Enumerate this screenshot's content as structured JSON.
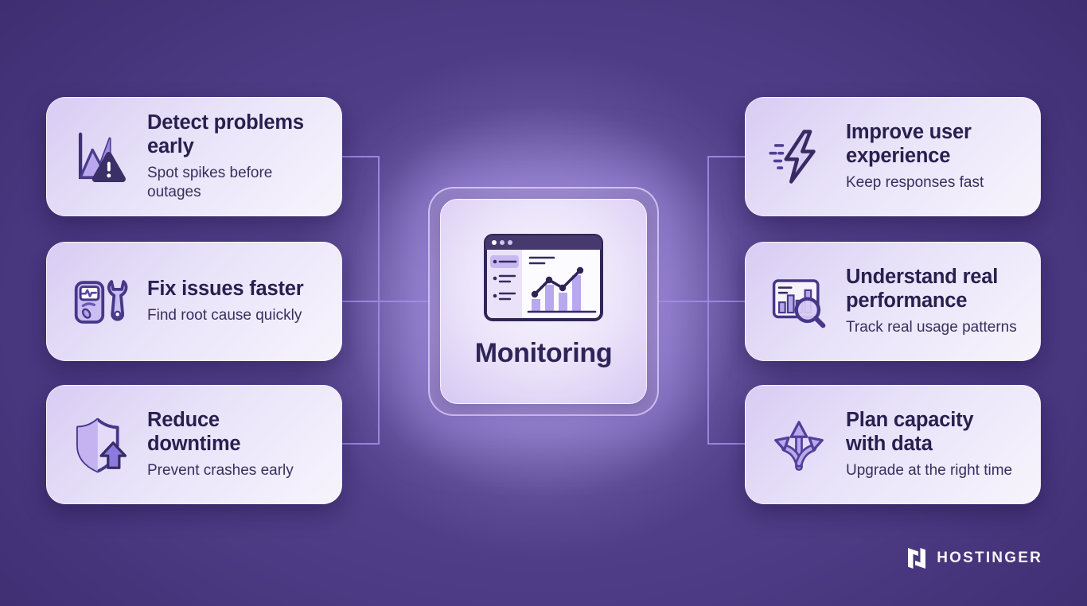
{
  "center_card": {
    "label": "Monitoring",
    "icon": "monitoring-dashboard-icon"
  },
  "cards": [
    {
      "title": "Detect problems\nearly",
      "subtitle": "Spot spikes before outages",
      "icon": "chart-alert-icon",
      "side": "left"
    },
    {
      "title": "Fix issues faster",
      "subtitle": "Find root cause quickly",
      "icon": "diagnostic-wrench-icon",
      "side": "left"
    },
    {
      "title": "Reduce\ndowntime",
      "subtitle": "Prevent crashes early",
      "icon": "shield-up-arrow-icon",
      "side": "left"
    },
    {
      "title": "Improve user\nexperience",
      "subtitle": "Keep responses fast",
      "icon": "lightning-bolt-icon",
      "side": "right"
    },
    {
      "title": "Understand real\nperformance",
      "subtitle": "Track real usage patterns",
      "icon": "chart-magnifier-icon",
      "side": "right"
    },
    {
      "title": "Plan capacity\nwith data",
      "subtitle": "Upgrade at the right time",
      "icon": "branching-arrows-icon",
      "side": "right"
    }
  ],
  "footer": {
    "brand_name": "HOSTINGER",
    "logo_icon": "hostinger-h-logo-icon"
  },
  "colors": {
    "background_dark": "#2b1c51",
    "background_mid": "#4c3a84",
    "card_background": "#ece6fa",
    "title_text": "#29204f",
    "subtitle_text": "#37305f",
    "accent_purple": "#6a5acd",
    "icon_outline": "#463787",
    "icon_fill": "#b9a8ee",
    "connector_line": "#a08de4",
    "glow": "#d0c0fa",
    "brand_text": "#f5f3fb"
  }
}
